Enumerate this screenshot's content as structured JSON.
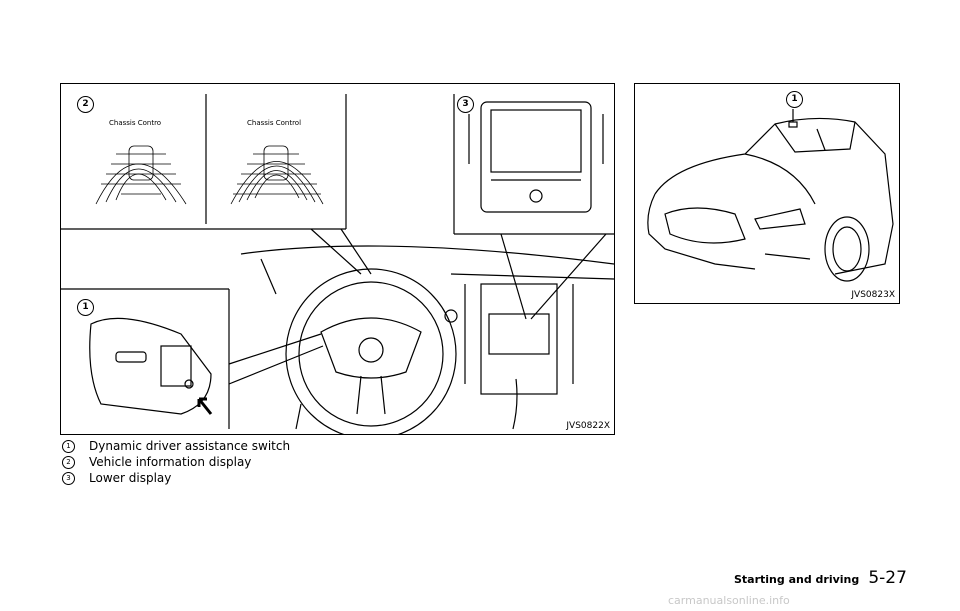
{
  "figures": {
    "left": {
      "code": "JVS0822X",
      "panel_label_a": "Chassis Contro",
      "panel_label_b": "Chassis Control",
      "callout_1": "1",
      "callout_2": "2",
      "callout_3": "3"
    },
    "right": {
      "code": "JVS0823X",
      "callout_1": "1"
    }
  },
  "legend": [
    {
      "num": "1",
      "text": "Dynamic driver assistance switch"
    },
    {
      "num": "2",
      "text": "Vehicle information display"
    },
    {
      "num": "3",
      "text": "Lower display"
    }
  ],
  "footer": {
    "section": "Starting and driving",
    "page": "5-27"
  },
  "watermark": "carmanualsonline.info"
}
